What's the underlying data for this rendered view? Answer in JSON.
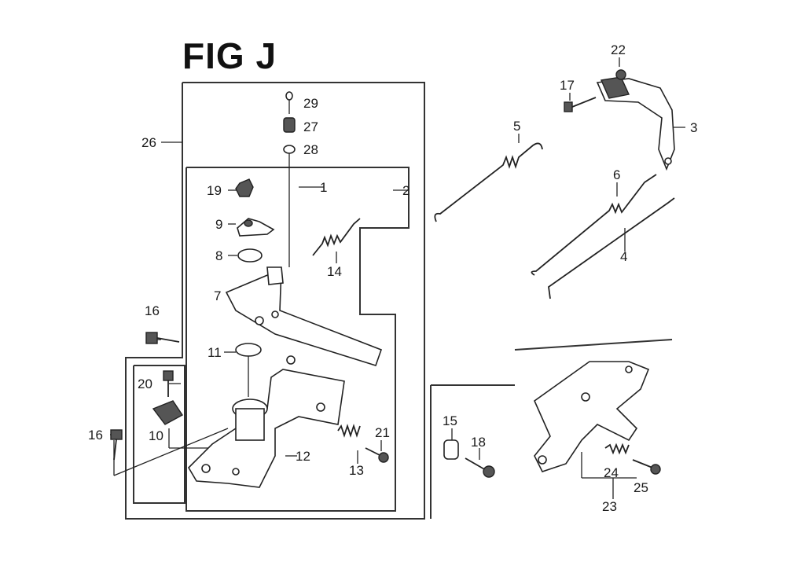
{
  "title": "FIG J",
  "callouts": [
    "1",
    "2",
    "3",
    "4",
    "5",
    "6",
    "7",
    "8",
    "9",
    "10",
    "11",
    "12",
    "13",
    "14",
    "15",
    "16",
    "16",
    "17",
    "18",
    "19",
    "20",
    "21",
    "22",
    "23",
    "24",
    "25",
    "26",
    "27",
    "28",
    "29"
  ]
}
